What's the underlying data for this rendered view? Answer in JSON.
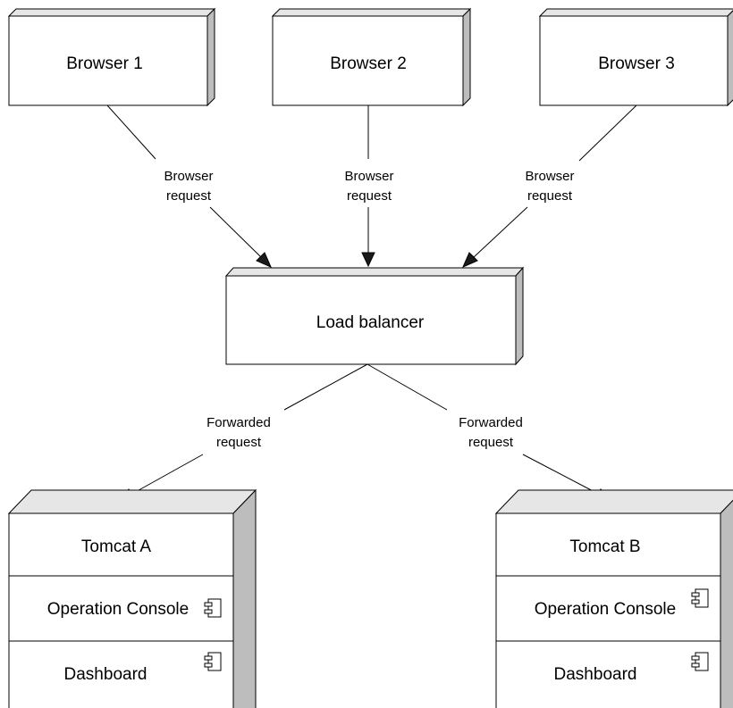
{
  "browsers": [
    {
      "label": "Browser 1"
    },
    {
      "label": "Browser 2"
    },
    {
      "label": "Browser 3"
    }
  ],
  "browser_request_label": [
    "Browser",
    "request"
  ],
  "load_balancer": {
    "label": "Load balancer"
  },
  "forwarded_request_label": [
    "Forwarded",
    "request"
  ],
  "tomcats": [
    {
      "label": "Tomcat A",
      "components": [
        "Operation Console",
        "Dashboard"
      ]
    },
    {
      "label": "Tomcat B",
      "components": [
        "Operation Console",
        "Dashboard"
      ]
    }
  ],
  "colors": {
    "node_top": "#e6e6e6",
    "node_side": "#bdbdbd",
    "node_face": "#ffffff",
    "line": "#000000"
  }
}
